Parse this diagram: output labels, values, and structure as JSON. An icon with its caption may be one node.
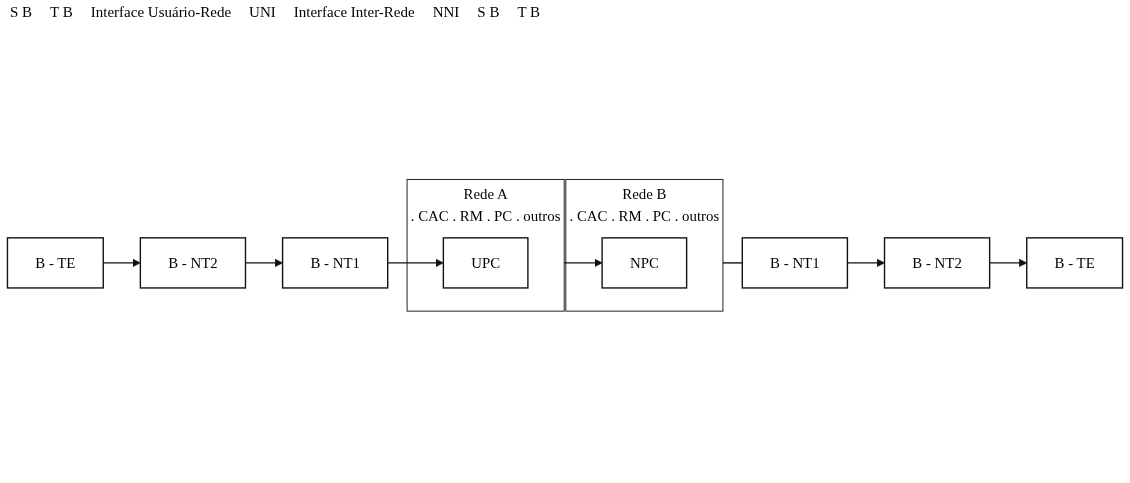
{
  "diagram": {
    "nodes": [
      {
        "text": [
          "B - TE"
        ]
      },
      {
        "text": [
          "B - NT2"
        ]
      },
      {
        "text": [
          "B - NT1"
        ]
      },
      {
        "text": [
          "Rede A",
          ". CAC . RM . PC . outros"
        ]
      },
      {
        "text": [
          "UPC"
        ],
        "in": 3
      },
      {
        "text": [
          "Rede B",
          ". CAC . RM . PC . outros"
        ]
      },
      {
        "text": [
          "NPC"
        ],
        "in": 5
      },
      {
        "text": [
          "B - NT1"
        ]
      },
      {
        "text": [
          "B - NT2"
        ]
      },
      {
        "text": [
          "B - TE"
        ]
      }
    ],
    "edges": [
      {
        "from": 0,
        "to": 1,
        "arrow": "to"
      },
      {
        "from": 1,
        "to": 2,
        "arrow": "to"
      },
      {
        "from": 2,
        "to": 4,
        "arrow": "to"
      },
      {
        "from": 3,
        "to": 6,
        "arrow": "to"
      },
      {
        "from": 5,
        "to": 7,
        "arrow": "none"
      },
      {
        "from": 7,
        "to": 8,
        "arrow": "to"
      },
      {
        "from": 8,
        "to": 9,
        "arrow": "to"
      }
    ],
    "labels": [
      "S B",
      "T B",
      "Interface Usuário-Rede",
      "UNI",
      "Interface Inter-Rede",
      "NNI",
      "S B",
      "T B"
    ]
  }
}
